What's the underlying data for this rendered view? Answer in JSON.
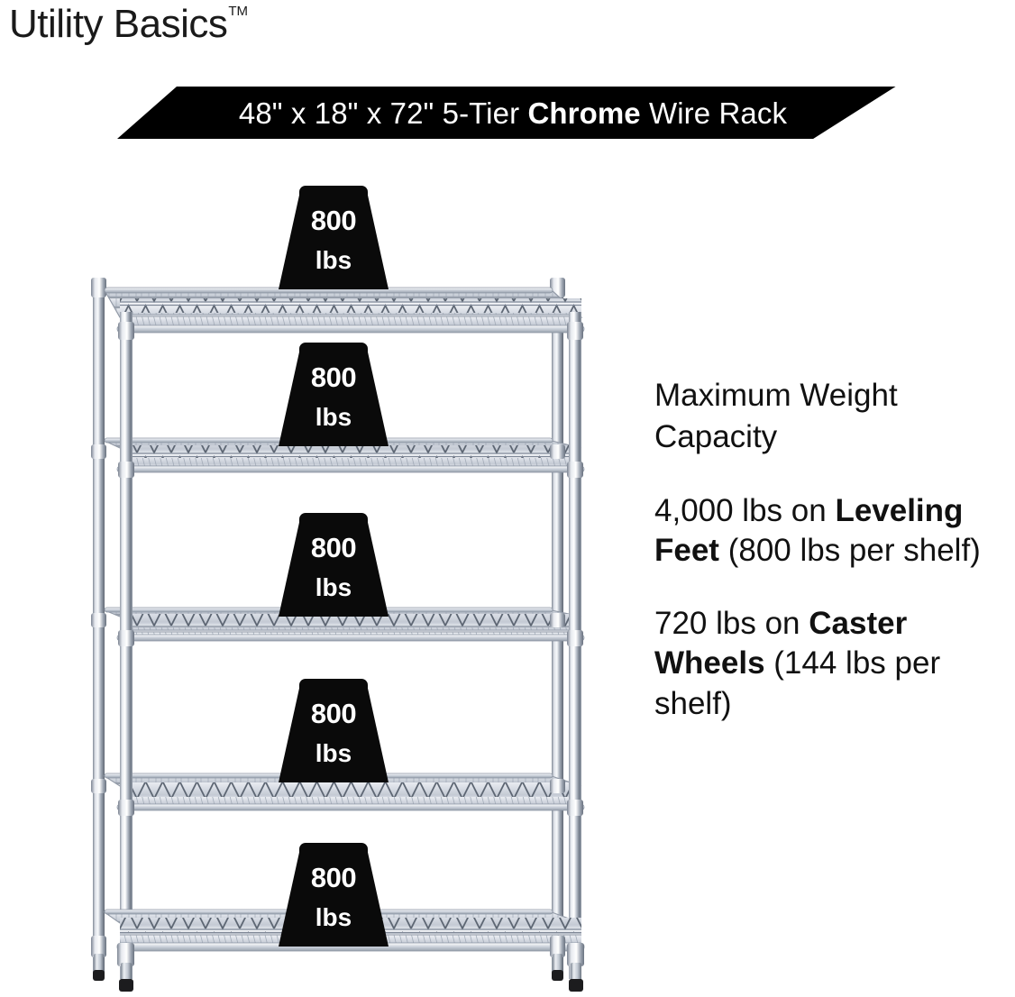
{
  "brand": {
    "name": "Utility Basics",
    "trademark": "TM"
  },
  "banner": {
    "dimensions": "48\" x 18\" x 72\" 5-Tier ",
    "emphasis": "Chrome",
    "suffix": " Wire Rack",
    "full_text": "48\" x 18\" x 72\" 5-Tier Chrome Wire Rack",
    "background_color": "#000000",
    "text_color": "#ffffff"
  },
  "capacity": {
    "heading": "Maximum Weight Capacity",
    "leveling": {
      "prefix": "4,000 lbs on ",
      "emphasis": "Leveling Feet",
      "suffix": " (800 lbs per shelf)",
      "full_text": "4,000 lbs on Leveling Feet (800 lbs per shelf)"
    },
    "caster": {
      "prefix": "720 lbs on ",
      "emphasis": "Caster Wheels",
      "suffix": " (144 lbs per shelf)",
      "full_text": "720 lbs on Caster Wheels (144 lbs per shelf)"
    }
  },
  "rack": {
    "tier_count": 5,
    "shelf_capacity_number": "800",
    "shelf_capacity_unit": "lbs",
    "label_background_color": "#0a0a0a",
    "label_text_color": "#ffffff",
    "chrome_color": "#c9ced6",
    "shelves": [
      {
        "label_number": "800",
        "label_unit": "lbs"
      },
      {
        "label_number": "800",
        "label_unit": "lbs"
      },
      {
        "label_number": "800",
        "label_unit": "lbs"
      },
      {
        "label_number": "800",
        "label_unit": "lbs"
      },
      {
        "label_number": "800",
        "label_unit": "lbs"
      }
    ]
  }
}
